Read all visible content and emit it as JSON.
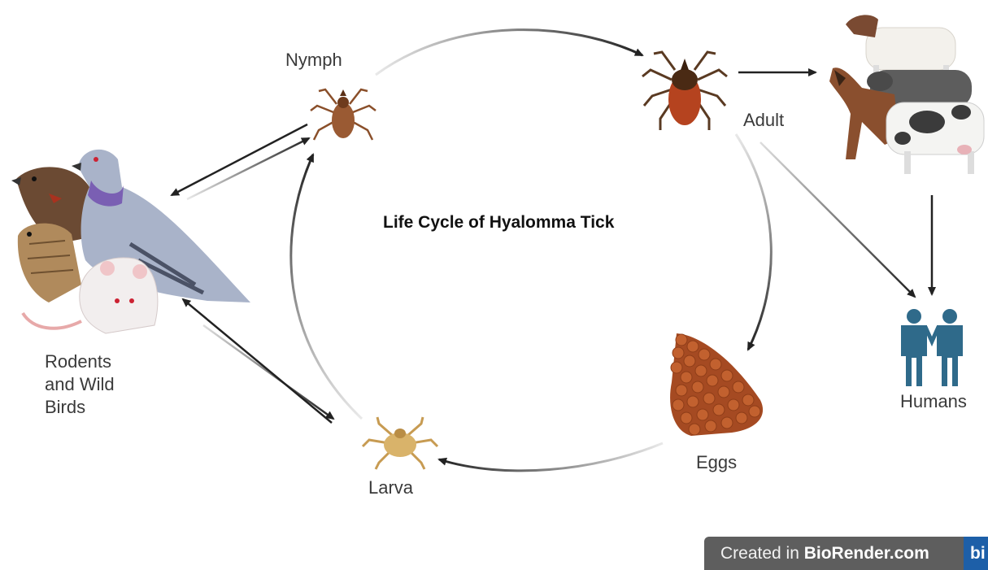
{
  "title": "Life Cycle of Hyalomma Tick",
  "stages": {
    "nymph": "Nymph",
    "adult": "Adult",
    "eggs": "Eggs",
    "larva": "Larva"
  },
  "hosts": {
    "small_line1": "Rodents",
    "small_line2": "and Wild",
    "small_line3": "Birds",
    "humans": "Humans"
  },
  "footer": {
    "prefix": "Created in ",
    "brand": "BioRender.com",
    "logo": "bi"
  },
  "icons": [
    "tick-nymph-icon",
    "tick-adult-icon",
    "tick-larva-icon",
    "eggs-cluster-icon",
    "livestock-icon",
    "humans-icon",
    "birds-rodents-icon"
  ],
  "colors": {
    "adult_tick": "#b5431f",
    "nymph_tick": "#9a5a33",
    "larva_tick": "#d9b36a",
    "eggs": "#b8552a",
    "humans": "#2f6a8a",
    "pigeon": "#a9b3c9"
  }
}
